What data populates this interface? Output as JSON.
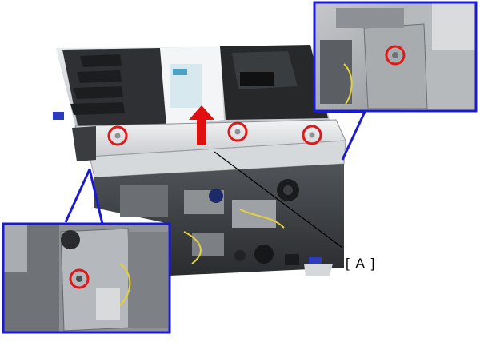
{
  "figure": {
    "callout_label": "[ A ]",
    "accent_color": "#1a1ad6",
    "arrow_color": "#e01010",
    "marker_color": "#e01818",
    "icons": [
      "up-arrow-icon",
      "screw-marker",
      "leader-line"
    ]
  }
}
